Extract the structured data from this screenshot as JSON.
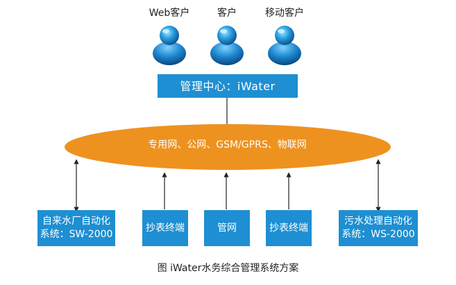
{
  "users": [
    {
      "label": "Web客户"
    },
    {
      "label": "客户"
    },
    {
      "label": "移动客户"
    }
  ],
  "center": {
    "label": "管理中心：iWater"
  },
  "network": {
    "label": "专用网、公网、GSM/GPRS、物联网"
  },
  "bottom_boxes": [
    {
      "line1": "自来水厂自动化",
      "line2": "系统：SW-2000"
    },
    {
      "line1": "抄表终端",
      "line2": ""
    },
    {
      "line1": "管网",
      "line2": ""
    },
    {
      "line1": "抄表终端",
      "line2": ""
    },
    {
      "line1": "污水处理自动化",
      "line2": "系统：WS-2000"
    }
  ],
  "caption": "图 iWater水务综合管理系统方案",
  "colors": {
    "box": "#1e8fd2",
    "ellipse": "#ee921f",
    "line": "#222222"
  }
}
